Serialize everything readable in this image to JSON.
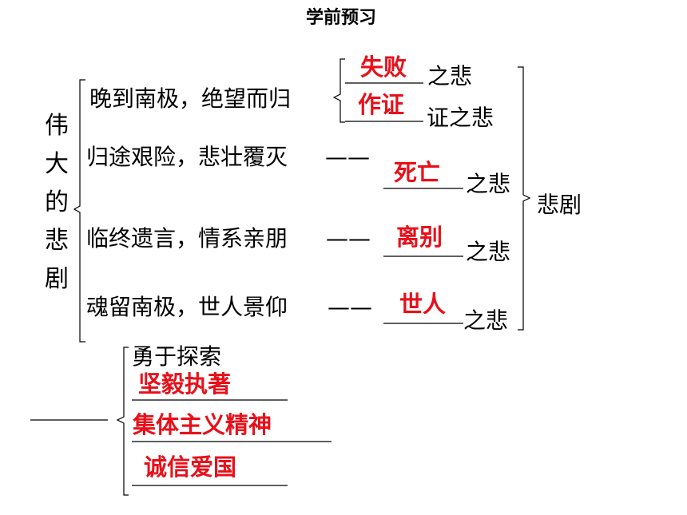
{
  "title": "学前预习",
  "main_topic": "伟大的悲剧",
  "category": "悲剧",
  "suffix": "之悲",
  "dash": "——",
  "rows": [
    {
      "text": "晚到南极，绝望而归"
    },
    {
      "text": "归途艰险，悲壮覆灭",
      "answer": "死亡"
    },
    {
      "text": "临终遗言，情系亲朋",
      "answer": "离别"
    },
    {
      "text": "魂留南极，世人景仰",
      "answer": "世人"
    }
  ],
  "sub_items": [
    {
      "answer": "失败",
      "suffix": "之悲"
    },
    {
      "answer": "作证",
      "suffix": "证之悲"
    }
  ],
  "spirit": {
    "first": "勇于探索",
    "answers": [
      "坚毅执著",
      "集体主义精神",
      "诚信爱国"
    ]
  }
}
